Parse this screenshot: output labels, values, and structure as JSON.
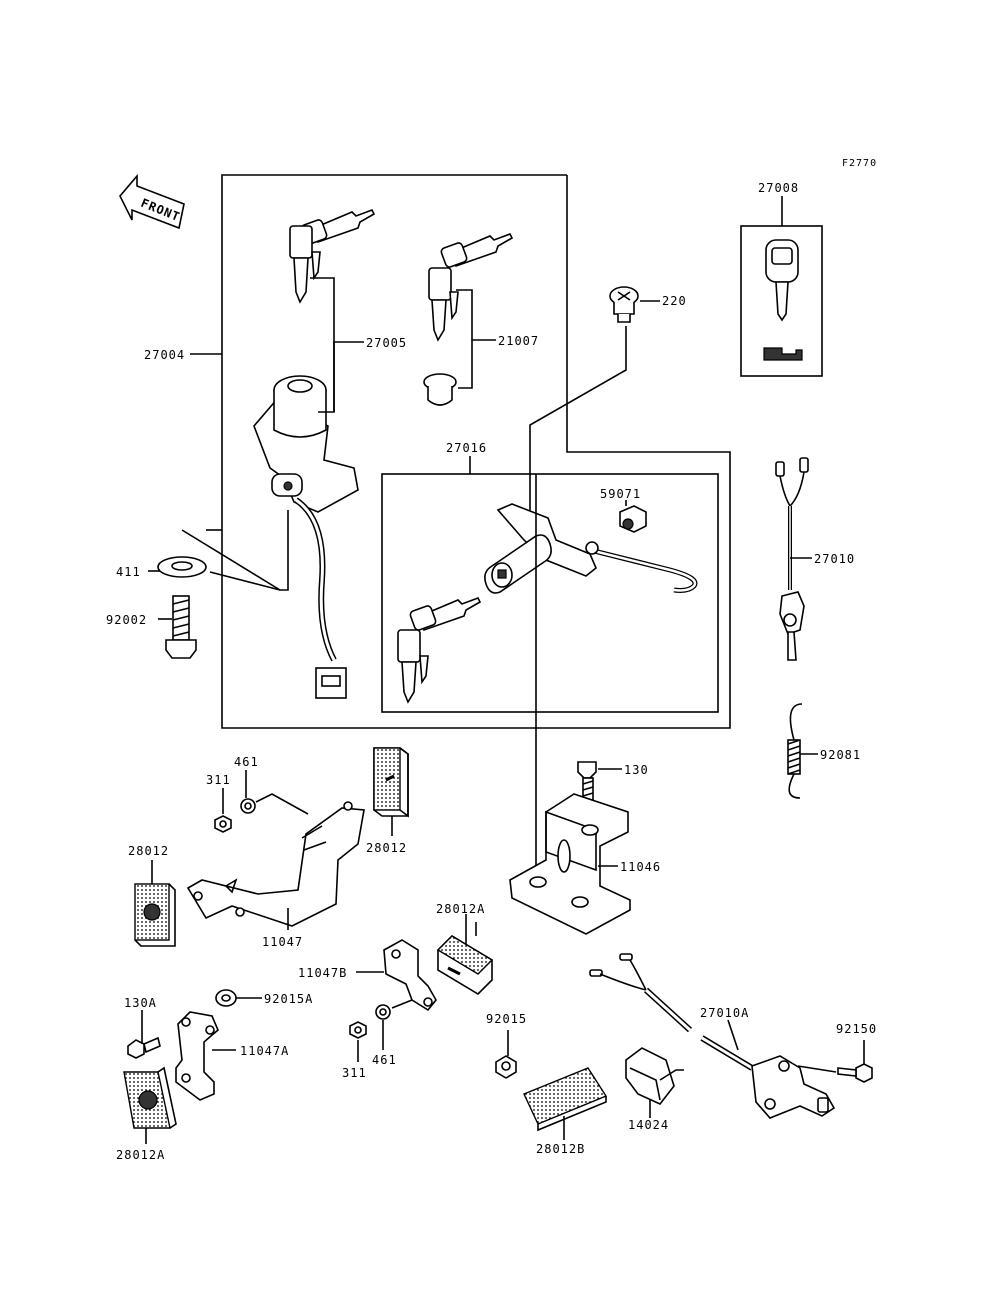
{
  "figure_code": "F2770",
  "front_label": "FRONT",
  "labels": {
    "p27008": "27008",
    "p220": "220",
    "p27004": "27004",
    "p27005": "27005",
    "p21007": "21007",
    "p27016": "27016",
    "p59071": "59071",
    "p27010": "27010",
    "p411": "411",
    "p92002": "92002",
    "p92081": "92081",
    "p130": "130",
    "p461a": "461",
    "p311a": "311",
    "p28012a": "28012",
    "p28012b": "28012",
    "p11046": "11046",
    "p11047": "11047",
    "p28012A_top": "28012A",
    "p11047B": "11047B",
    "p130A": "130A",
    "p92015A": "92015A",
    "p11047A": "11047A",
    "p311b": "311",
    "p461b": "461",
    "p92015": "92015",
    "p27010A": "27010A",
    "p92150": "92150",
    "p28012A_bot": "28012A",
    "p14024": "14024",
    "p28012B": "28012B"
  }
}
